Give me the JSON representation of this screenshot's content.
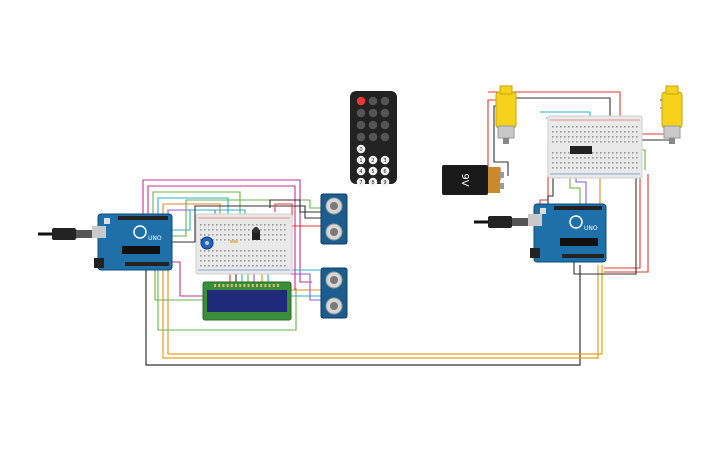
{
  "colors": {
    "background": "#ffffff",
    "arduino_board": "#1f6fa8",
    "breadboard": "#e9e9e9",
    "lcd_screen": "#1f2a7a",
    "lcd_frame": "#3a8d3a",
    "sensor_board": "#1b5d8f",
    "motor_yellow": "#f6d21a",
    "battery_body": "#1a1a1a",
    "battery_cap": "#c98a2c",
    "remote_body": "#222222",
    "remote_power": "#e53935"
  },
  "boards": {
    "left_arduino_logo": "UNO",
    "right_arduino_logo": "UNO"
  },
  "battery": {
    "label": "9V"
  },
  "remote": {
    "power_icon": "power-icon",
    "digit_keys": [
      "0",
      "1",
      "2",
      "3",
      "4",
      "5",
      "6",
      "7",
      "8",
      "9"
    ]
  }
}
